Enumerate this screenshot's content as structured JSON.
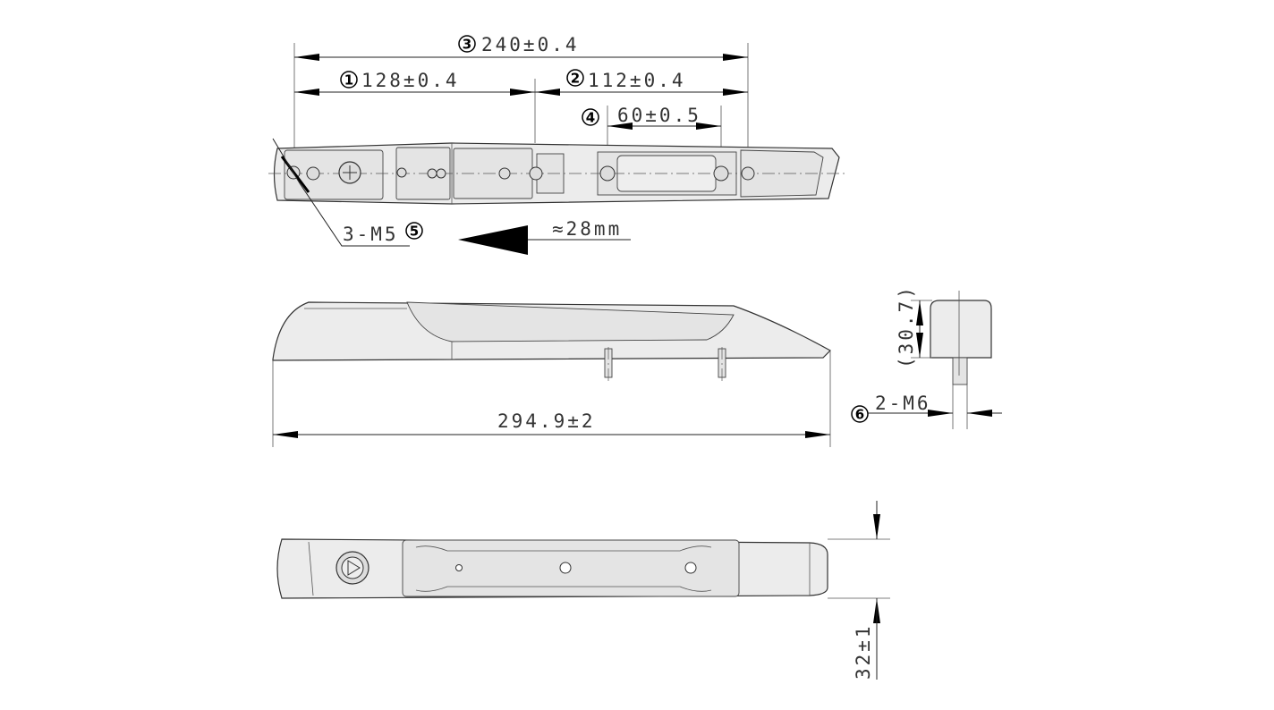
{
  "top_view": {
    "dim_total": {
      "callout": "3",
      "text": "240±0.4"
    },
    "dim_left": {
      "callout": "1",
      "text": "128±0.4"
    },
    "dim_right": {
      "callout": "2",
      "text": "112±0.4"
    },
    "dim_mount": {
      "callout": "4",
      "text": "60±0.5"
    },
    "screws": {
      "callout": "5",
      "text": "3-M5"
    },
    "travel": {
      "text": "≈28mm"
    }
  },
  "side_view": {
    "length": {
      "text": "294.9±2"
    }
  },
  "end_view": {
    "height": {
      "text": "(30.7)"
    },
    "studs": {
      "callout": "6",
      "text": "2-M6"
    }
  },
  "bottom_view": {
    "width": {
      "text": "32±1"
    }
  }
}
